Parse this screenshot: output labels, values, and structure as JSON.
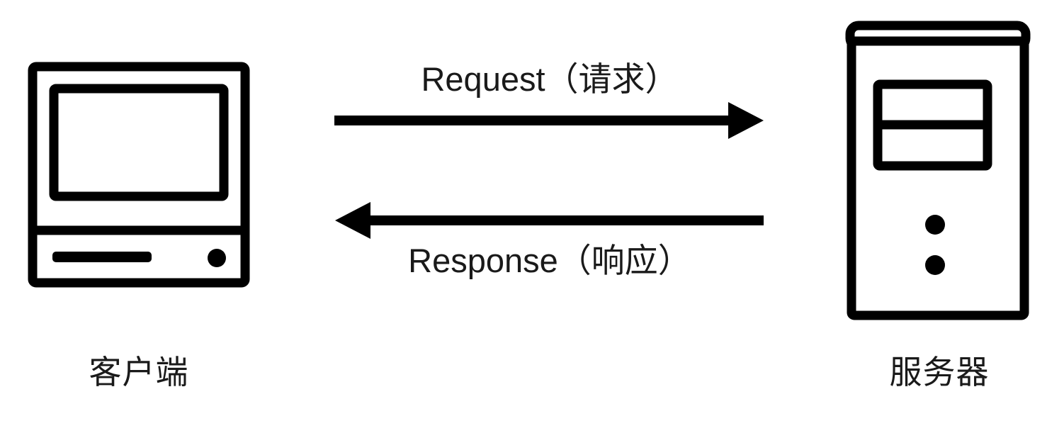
{
  "diagram": {
    "title": "Client-Server Request Response Diagram",
    "background_color": "#ffffff",
    "stroke_color": "#000000",
    "text_color": "#1a1a1a",
    "nodes": [
      {
        "id": "client",
        "icon": "desktop-computer-icon",
        "caption": "客户端"
      },
      {
        "id": "server",
        "icon": "server-tower-icon",
        "caption": "服务器"
      }
    ],
    "arrows": [
      {
        "id": "request",
        "label": "Request（请求）",
        "direction": "left-to-right",
        "from": "client",
        "to": "server"
      },
      {
        "id": "response",
        "label": "Response（响应）",
        "direction": "right-to-left",
        "from": "server",
        "to": "client"
      }
    ]
  }
}
